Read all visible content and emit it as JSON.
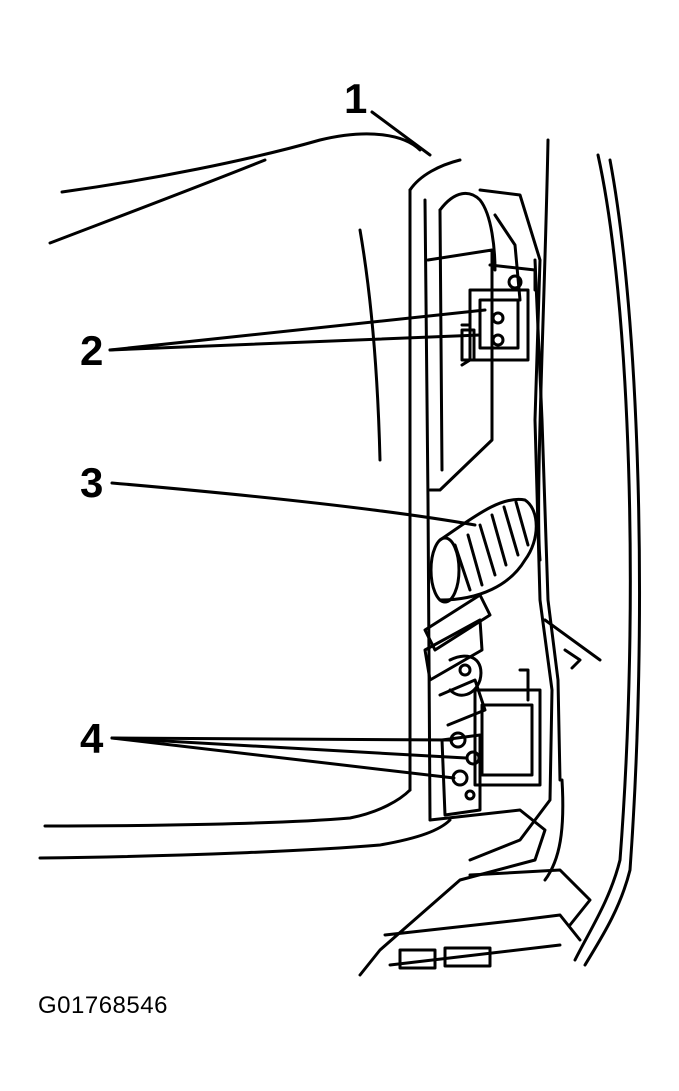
{
  "callouts": [
    {
      "id": "1",
      "label": "1"
    },
    {
      "id": "2",
      "label": "2"
    },
    {
      "id": "3",
      "label": "3"
    },
    {
      "id": "4",
      "label": "4"
    }
  ],
  "figure_id": "G01768546"
}
